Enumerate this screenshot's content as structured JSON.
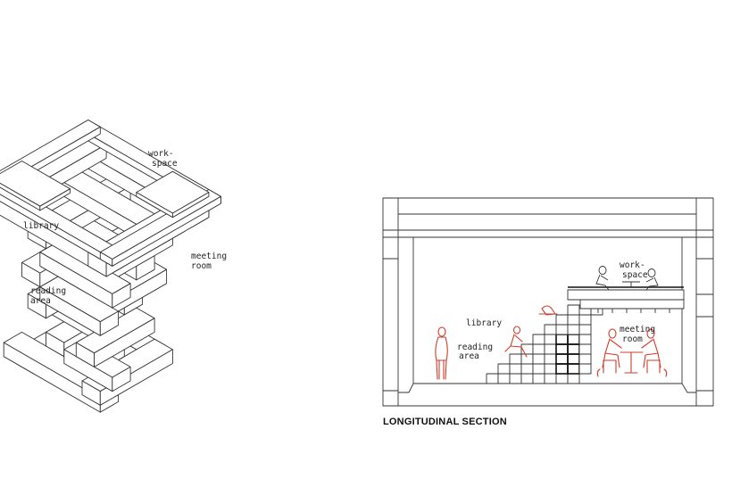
{
  "axon_labels": {
    "workspace": [
      "work-",
      "space"
    ],
    "library": "library",
    "meeting": [
      "meeting",
      "room"
    ],
    "reading": [
      "reading",
      "area"
    ]
  },
  "section_labels": {
    "workspace": [
      "work-",
      "space"
    ],
    "library": "library",
    "meeting": [
      "meeting",
      "room"
    ],
    "reading": [
      "reading",
      "area"
    ]
  },
  "section_title": "LONGITUDINAL SECTION",
  "colors": {
    "line": "#333333",
    "figures": "#d23b2a",
    "background": "#ffffff"
  }
}
